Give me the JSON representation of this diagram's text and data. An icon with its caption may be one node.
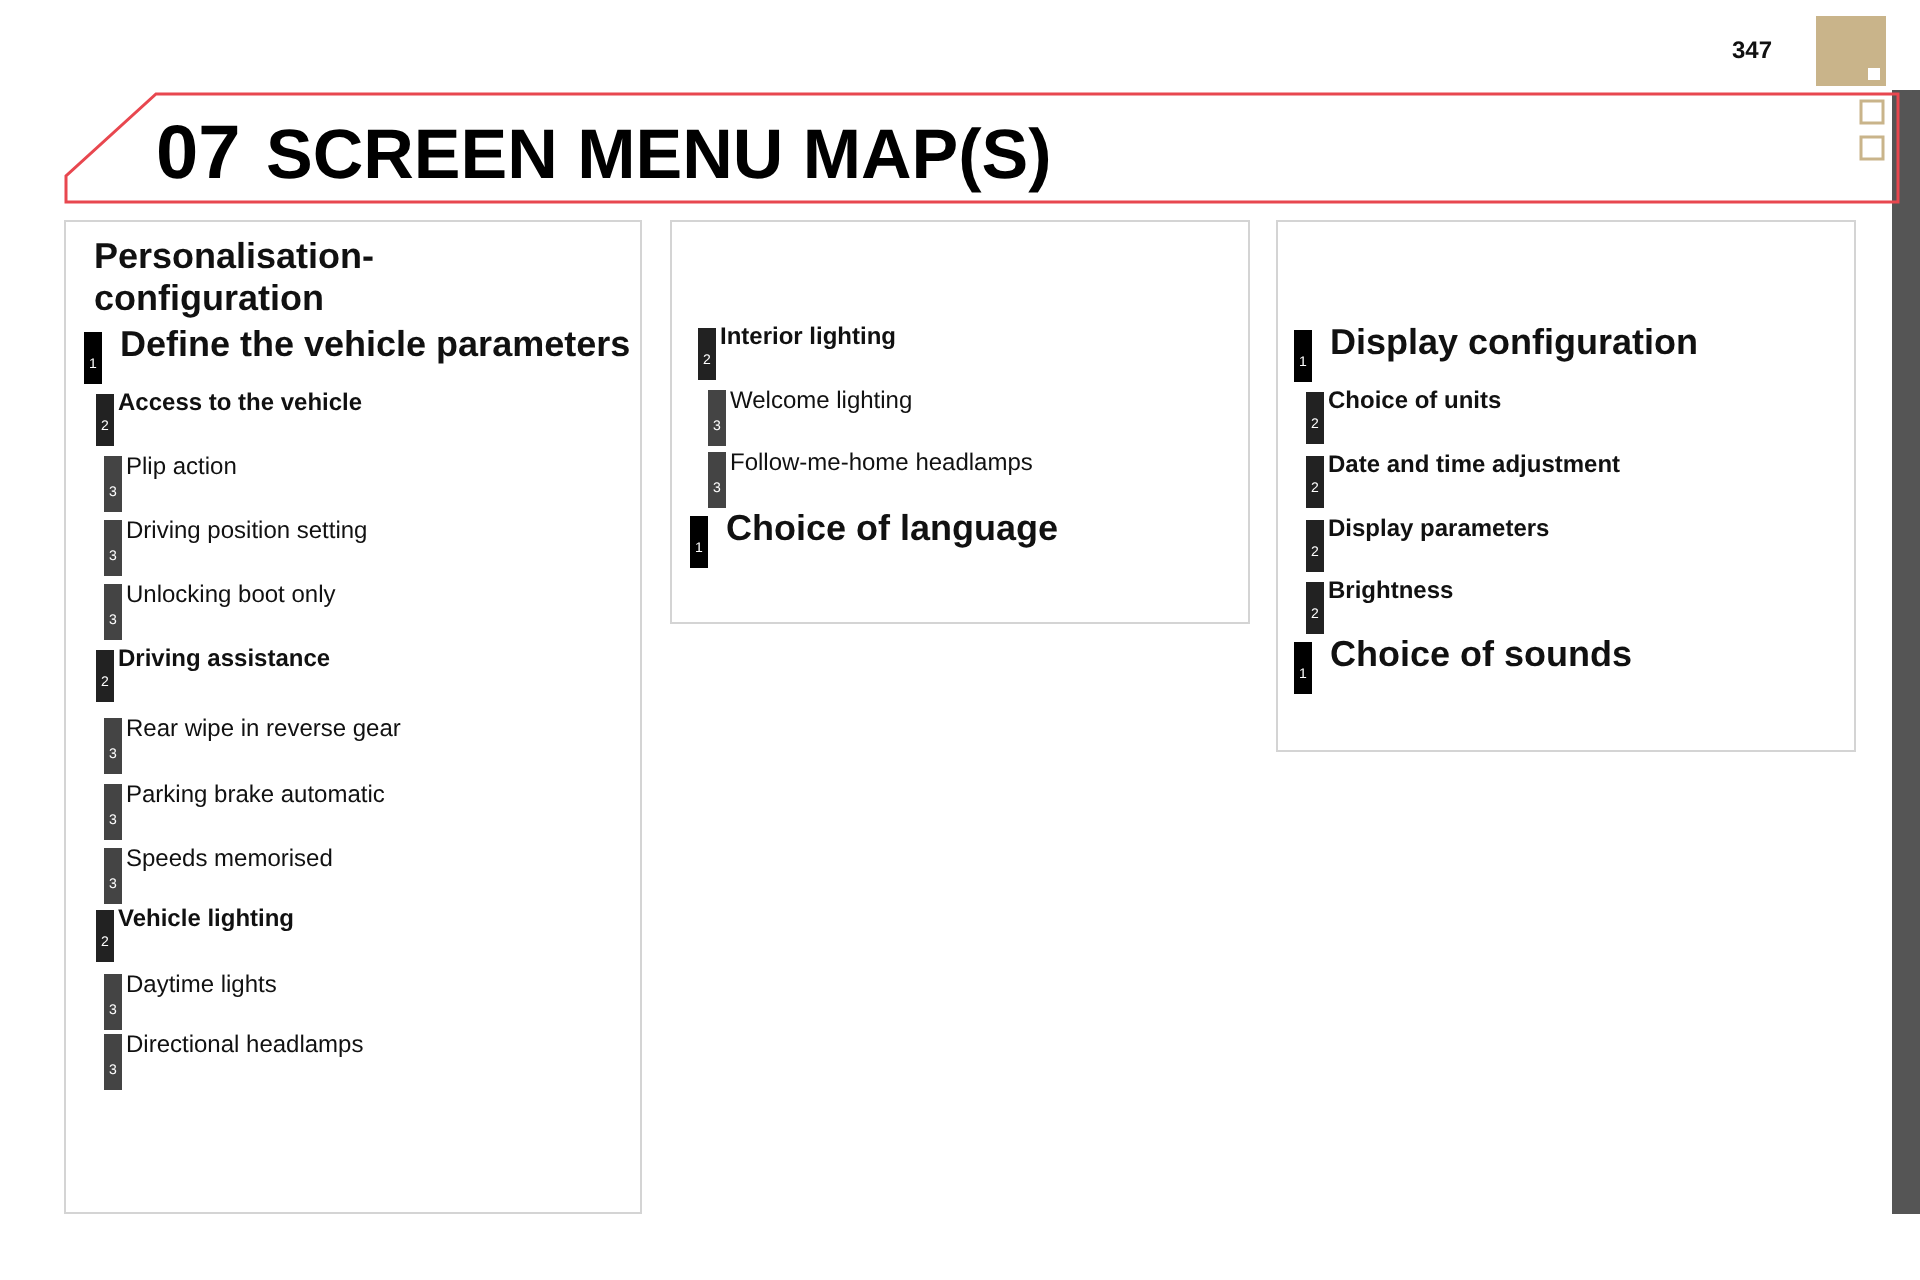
{
  "diagram": {
    "nodes": [
      {
        "text": [
          "07",
          "SCREEN MENU MAP(S)"
        ]
      },
      {
        "text": [
          "Personalisation- configuration"
        ]
      },
      {
        "text": [
          "1"
        ],
        "beside": [
          "Define the vehicle parameters"
        ],
        "in": 1
      },
      {
        "text": [
          "2"
        ],
        "beside": [
          "Access to the vehicle"
        ],
        "in": 1
      },
      {
        "text": [
          "3"
        ],
        "beside": [
          "Plip action"
        ],
        "in": 1
      },
      {
        "text": [
          "3"
        ],
        "beside": [
          "Driving position setting"
        ],
        "in": 1
      },
      {
        "text": [
          "3"
        ],
        "beside": [
          "Unlocking boot only"
        ],
        "in": 1
      },
      {
        "text": [
          "2"
        ],
        "beside": [
          "Driving assistance"
        ],
        "in": 1
      },
      {
        "text": [
          "3"
        ],
        "beside": [
          "Rear wipe in reverse gear"
        ],
        "in": 1
      },
      {
        "text": [
          "3"
        ],
        "beside": [
          "Parking brake automatic"
        ],
        "in": 1
      },
      {
        "text": [
          "3"
        ],
        "beside": [
          "Speeds memorised"
        ],
        "in": 1
      },
      {
        "text": [
          "2"
        ],
        "beside": [
          "Vehicle lighting"
        ],
        "in": 1
      },
      {
        "text": [
          "3"
        ],
        "beside": [
          "Daytime lights"
        ],
        "in": 1
      },
      {
        "text": [
          "3"
        ],
        "beside": [
          "Directional headlamps"
        ],
        "in": 1
      },
      {
        "text": [],
        "shape": "box"
      },
      {
        "text": [
          "2"
        ],
        "beside": [
          "Interior lighting"
        ],
        "in": 14
      },
      {
        "text": [
          "3"
        ],
        "beside": [
          "Welcome lighting"
        ],
        "in": 14
      },
      {
        "text": [
          "3"
        ],
        "beside": [
          "Follow-me-home headlamps"
        ],
        "in": 14
      },
      {
        "text": [
          "1"
        ],
        "beside": [
          "Choice of language"
        ],
        "in": 14
      },
      {
        "text": [],
        "shape": "box"
      },
      {
        "text": [
          "1"
        ],
        "beside": [
          "Display configuration"
        ],
        "in": 19
      },
      {
        "text": [
          "2"
        ],
        "beside": [
          "Choice of units"
        ],
        "in": 19
      },
      {
        "text": [
          "2"
        ],
        "beside": [
          "Date and time adjustment"
        ],
        "in": 19
      },
      {
        "text": [
          "2"
        ],
        "beside": [
          "Display parameters"
        ],
        "in": 19
      },
      {
        "text": [
          "2"
        ],
        "beside": [
          "Brightness"
        ],
        "in": 19
      },
      {
        "text": [
          "1"
        ],
        "beside": [
          "Choice of sounds"
        ],
        "in": 19
      }
    ],
    "labels": [
      "347"
    ]
  }
}
